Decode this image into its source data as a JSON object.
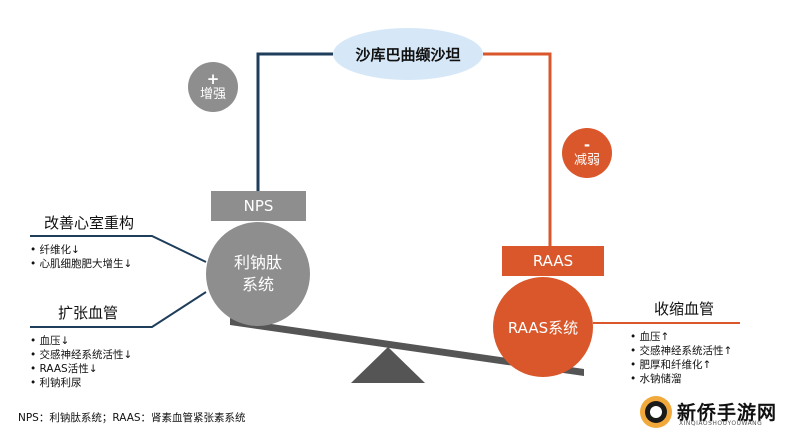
{
  "top_drug": "沙库巴曲缬沙坦",
  "effect_plus": {
    "sign": "+",
    "label": "增强"
  },
  "effect_minus": {
    "sign": "-",
    "label": "减弱"
  },
  "nps_box": "NPS",
  "raas_box": "RAAS",
  "left_circle": {
    "line1": "利钠肽",
    "line2": "系统"
  },
  "right_circle": "RAAS系统",
  "left_groups": [
    {
      "heading": "改善心室重构",
      "items": [
        "纤维化↓",
        "心肌细胞肥大增生↓"
      ]
    },
    {
      "heading": "扩张血管",
      "items": [
        "血压↓",
        "交感神经系统活性↓",
        "RAAS活性↓",
        "利钠利尿"
      ]
    }
  ],
  "right_group": {
    "heading": "收缩血管",
    "items": [
      "血压↑",
      "交感神经系统活性↑",
      "肥厚和纤维化↑",
      "水钠储溜"
    ]
  },
  "footnote": "NPS：利钠肽系统；RAAS：肾素血管紧张素系统",
  "watermark": {
    "title": "新侨手游网",
    "subtitle": "XINQIAOSHOUYOUWANG"
  },
  "colors": {
    "navy": "#1f3e5c",
    "orange": "#d9572b",
    "gray": "#8e8e8e",
    "light_blue": "#d6e8f7",
    "dark_gray": "#555555"
  }
}
